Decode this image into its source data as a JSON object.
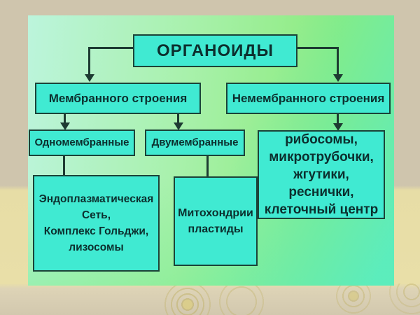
{
  "slide_title": "ОРГАНОИДЫ",
  "diagram": {
    "type": "hierarchy-flowchart",
    "nodes": {
      "organoids": {
        "label": "ОРГАНОИДЫ"
      },
      "membrane": {
        "label": "Мембранного строения"
      },
      "nonmembrane": {
        "label": "Немембранного строения"
      },
      "single": {
        "label": "Одномембранные"
      },
      "double": {
        "label": "Двумембранные"
      },
      "er_golgi": {
        "lines": [
          "Эндоплазматическая",
          "Сеть,",
          "Комплекс Гольджи,",
          "лизосомы"
        ]
      },
      "mitochondria": {
        "lines": [
          "Митохондрии",
          "пластиды"
        ]
      },
      "ribosomes": {
        "lines": [
          "рибосомы,",
          "микротрубочки,",
          "жгутики,",
          "реснички,",
          "клеточный центр"
        ]
      }
    },
    "edges": [
      "organoids -> membrane",
      "organoids -> nonmembrane",
      "membrane -> single",
      "membrane -> double",
      "nonmembrane -> ribosomes",
      "single -> er_golgi",
      "double -> mitochondria"
    ]
  },
  "colors": {
    "box_fill": "#40ead2",
    "box_border": "#1b4338",
    "text": "#0c2f2e",
    "connector": "#1d3b32",
    "slide_mint": "#bcf4dc",
    "slide_green": "#8ceb7d",
    "slide_teal": "#55edc6",
    "frame_tan": "#cfc5ad",
    "frame_yellow": "#e9dfa8"
  }
}
